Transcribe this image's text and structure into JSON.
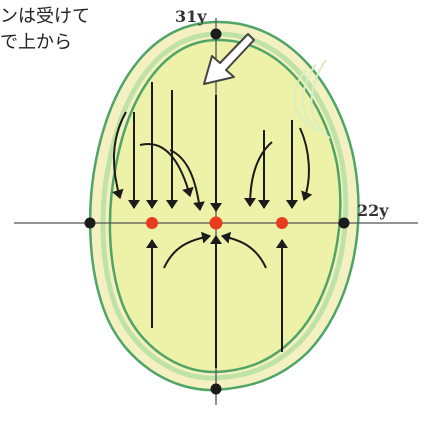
{
  "caption": {
    "line1": "ンは受けて",
    "line2": "で上から"
  },
  "labels": {
    "vertical_axis": "31y",
    "horizontal_axis": "22y"
  },
  "colors": {
    "outer_fill": "#f4f0c2",
    "inner_fill": "#eef2a8",
    "boundary_green": "#4fa566",
    "rim_green": "#bfe3a6",
    "axis": "#555555",
    "arrow": "#1b1b1b",
    "boundary_point": "#1b1b1b",
    "center_point": "#e83c1f",
    "big_arrow_fill": "#ffffff",
    "big_arrow_stroke": "#444444"
  },
  "icons": {
    "incoming_arrow": "large-white-arrow-icon"
  }
}
